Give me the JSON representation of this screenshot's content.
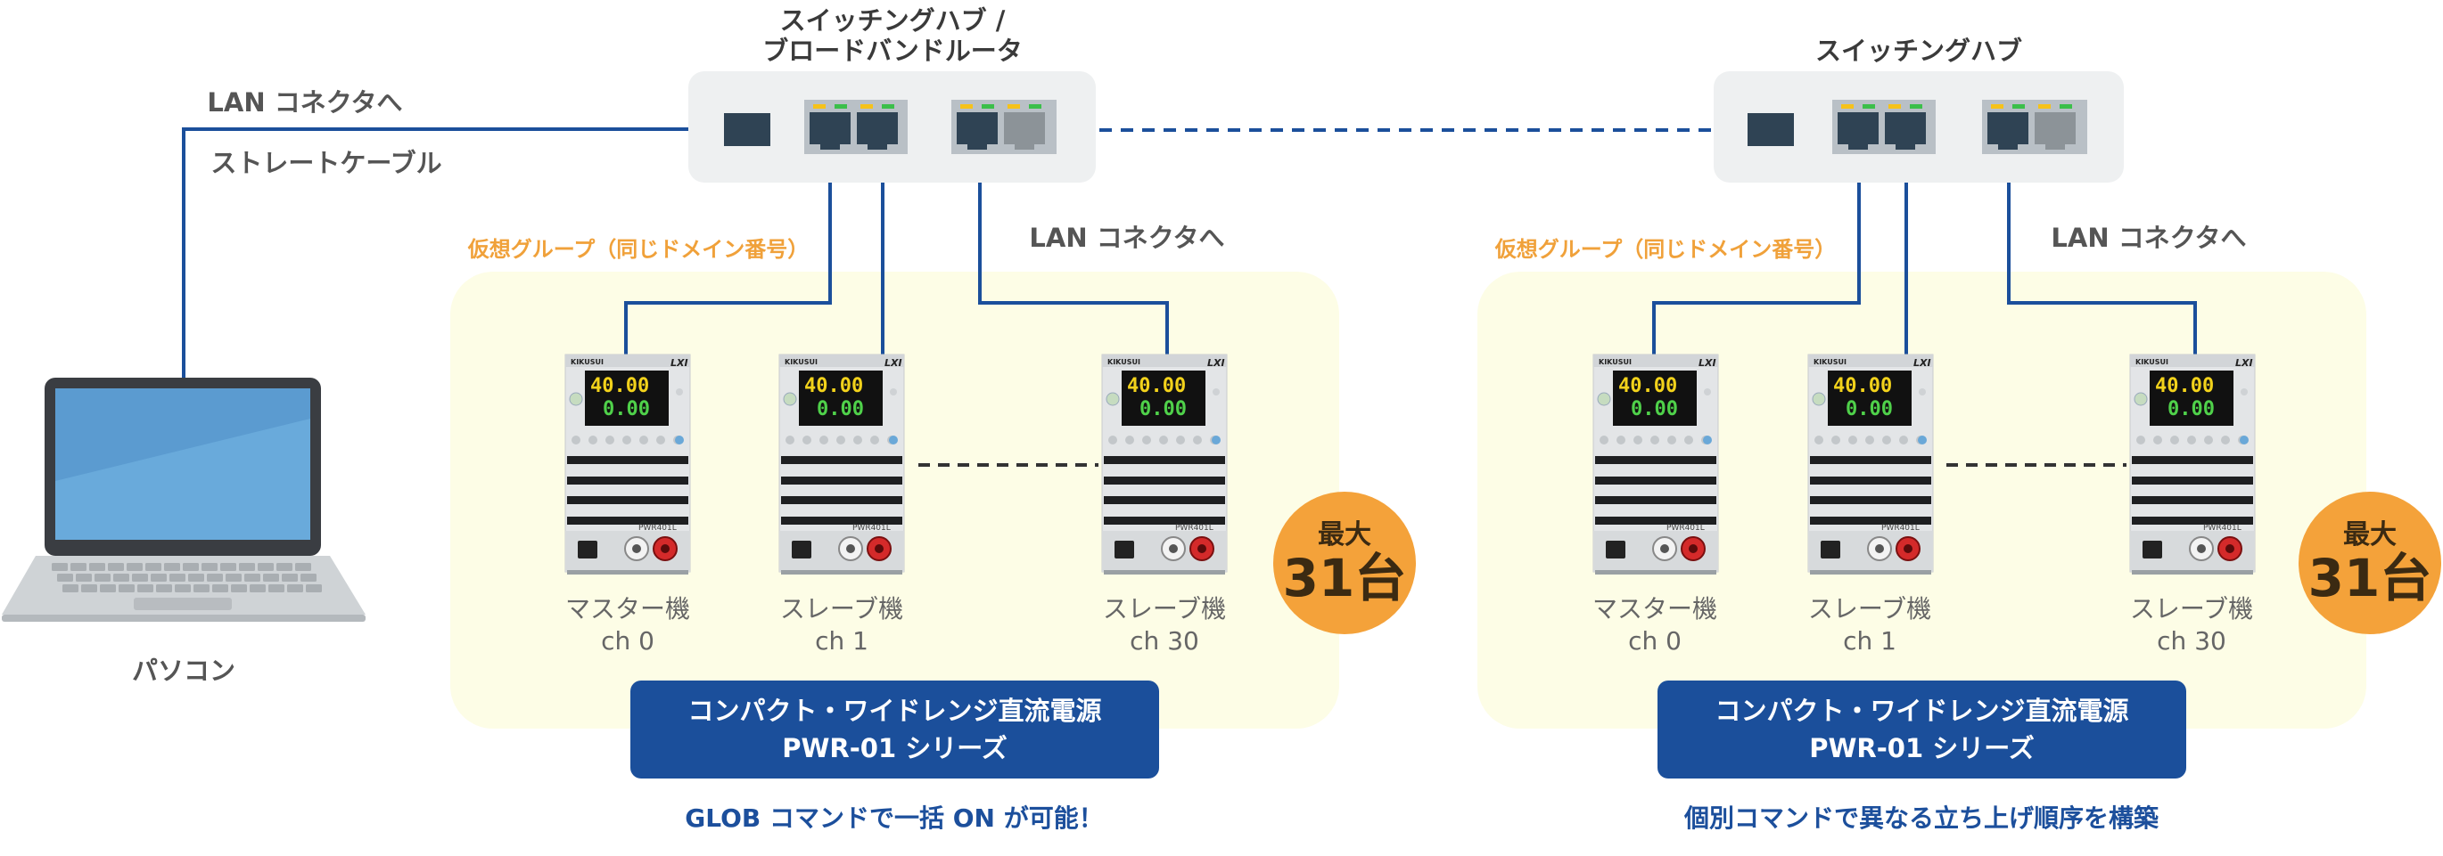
{
  "left": {
    "switch_label_1": "スイッチングハブ /",
    "switch_label_2": "ブロードバンドルータ",
    "lan_to_top": "LAN コネクタへ",
    "cable": "ストレートケーブル",
    "lan_to_mid": "LAN コネクタへ",
    "group": "仮想グループ（同じドメイン番号）",
    "units": [
      {
        "role": "マスター機",
        "ch": "ch 0"
      },
      {
        "role": "スレーブ機",
        "ch": "ch 1"
      },
      {
        "role": "スレーブ機",
        "ch": "ch 30"
      }
    ],
    "badge_top": "最大",
    "badge_bottom": "31台",
    "series_line1": "コンパクト・ワイドレンジ直流電源",
    "series_line2": "PWR-01 シリーズ",
    "footer": "GLOB コマンドで一括 ON が可能！"
  },
  "right": {
    "switch_label": "スイッチングハブ",
    "lan_to_mid": "LAN コネクタへ",
    "group": "仮想グループ（同じドメイン番号）",
    "units": [
      {
        "role": "マスター機",
        "ch": "ch 0"
      },
      {
        "role": "スレーブ機",
        "ch": "ch 1"
      },
      {
        "role": "スレーブ機",
        "ch": "ch 30"
      }
    ],
    "badge_top": "最大",
    "badge_bottom": "31台",
    "series_line1": "コンパクト・ワイドレンジ直流電源",
    "series_line2": "PWR-01 シリーズ",
    "footer": "個別コマンドで異なる立ち上げ順序を構築"
  },
  "pc_label": "パソコン",
  "device": {
    "brand": "KIKUSUI",
    "logo": "LXI",
    "voltage_display": "40.00",
    "current_display": "0.00",
    "model": "PWR401L"
  },
  "colors": {
    "wire": "#1b4f9b",
    "group_bg": "#fdfde6",
    "hub_body": "#eef0f1",
    "badge": "#f4a23a",
    "accent_orange": "#f0a13a"
  }
}
